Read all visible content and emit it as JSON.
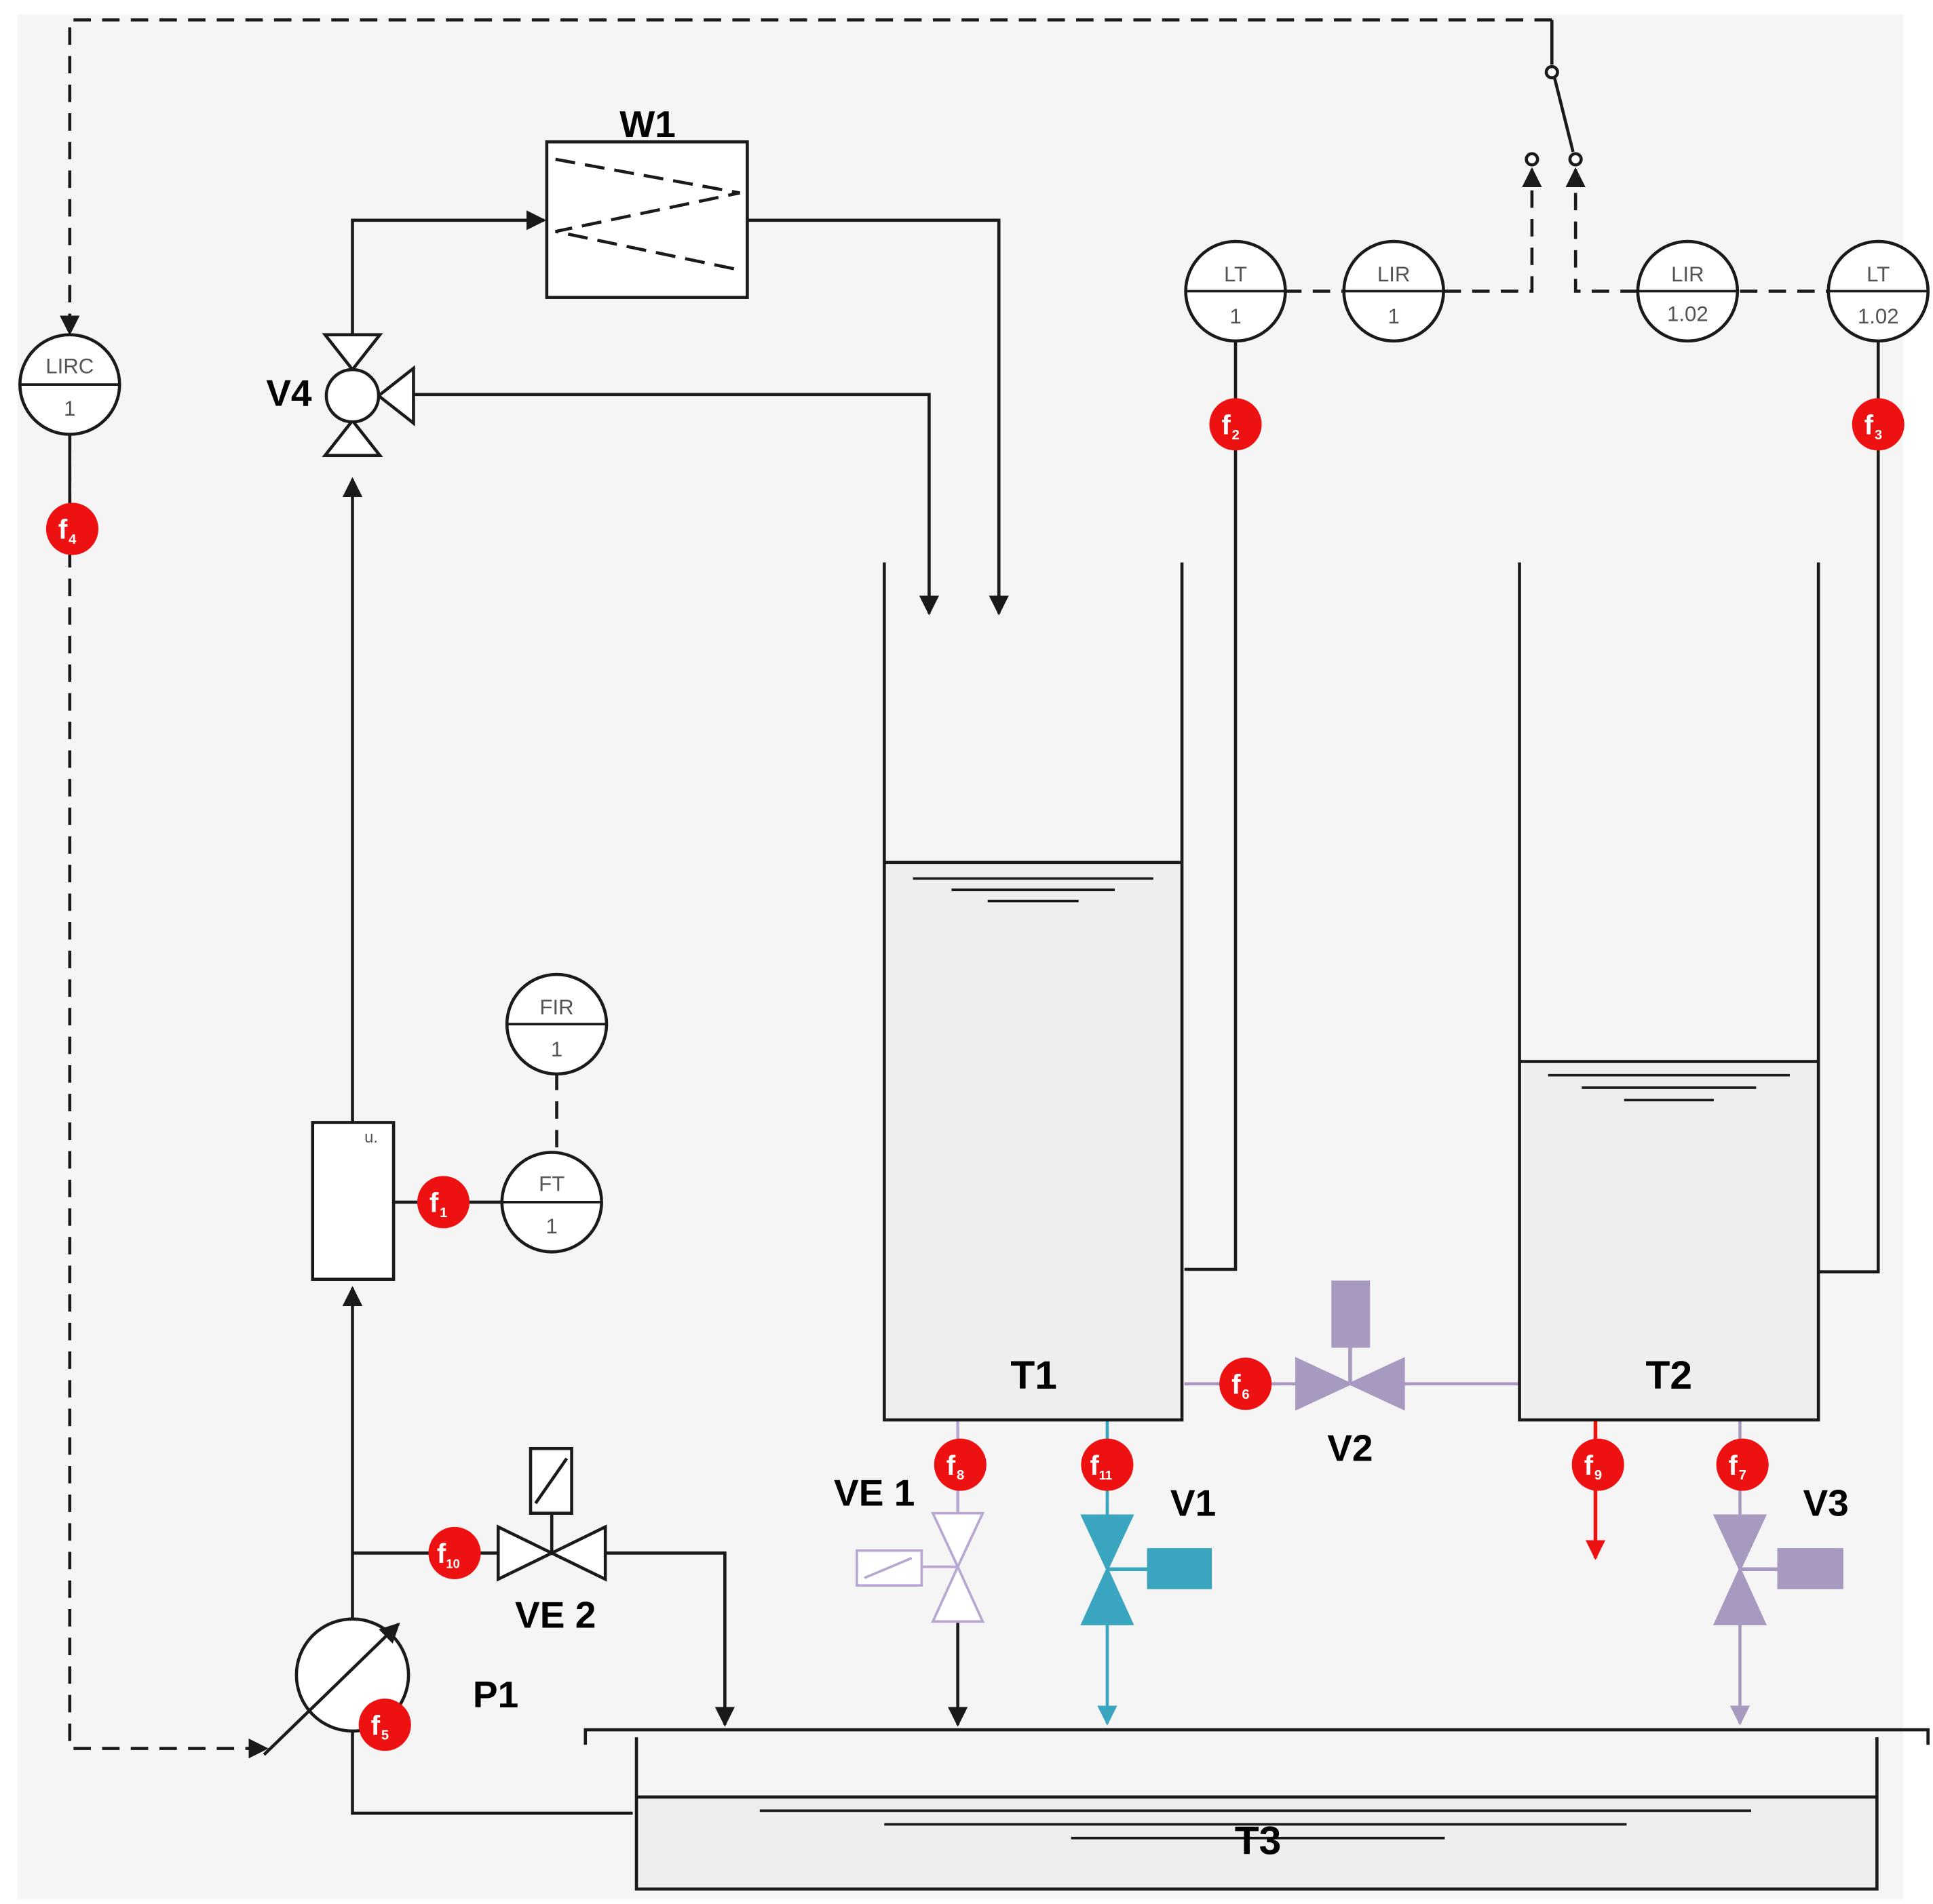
{
  "labels": {
    "w1": "W1",
    "v4": "V4",
    "t1": "T1",
    "t2": "T2",
    "t3": "T3",
    "v1": "V1",
    "v2": "V2",
    "v3": "V3",
    "ve1": "VE 1",
    "ve2": "VE 2",
    "p1": "P1",
    "flowmeter_tag": "u."
  },
  "instruments": {
    "lirc": {
      "tag": "LIRC",
      "num": "1"
    },
    "fir": {
      "tag": "FIR",
      "num": "1"
    },
    "ft": {
      "tag": "FT",
      "num": "1"
    },
    "lt1": {
      "tag": "LT",
      "num": "1"
    },
    "lir1": {
      "tag": "LIR",
      "num": "1"
    },
    "lir102": {
      "tag": "LIR",
      "num": "1.02"
    },
    "lt102": {
      "tag": "LT",
      "num": "1.02"
    }
  },
  "faults": {
    "f1": {
      "letter": "f",
      "sub": "1"
    },
    "f2": {
      "letter": "f",
      "sub": "2"
    },
    "f3": {
      "letter": "f",
      "sub": "3"
    },
    "f4": {
      "letter": "f",
      "sub": "4"
    },
    "f5": {
      "letter": "f",
      "sub": "5"
    },
    "f6": {
      "letter": "f",
      "sub": "6"
    },
    "f7": {
      "letter": "f",
      "sub": "7"
    },
    "f8": {
      "letter": "f",
      "sub": "8"
    },
    "f9": {
      "letter": "f",
      "sub": "9"
    },
    "f10": {
      "letter": "f",
      "sub": "10"
    },
    "f11": {
      "letter": "f",
      "sub": "11"
    }
  },
  "colors": {
    "line": "#1a1a1a",
    "fault": "#ee1111",
    "water": "#eeeeee",
    "v1": "#3aa5bf",
    "v2_v3": "#a899c0",
    "ve1": "#b7a8d2"
  }
}
